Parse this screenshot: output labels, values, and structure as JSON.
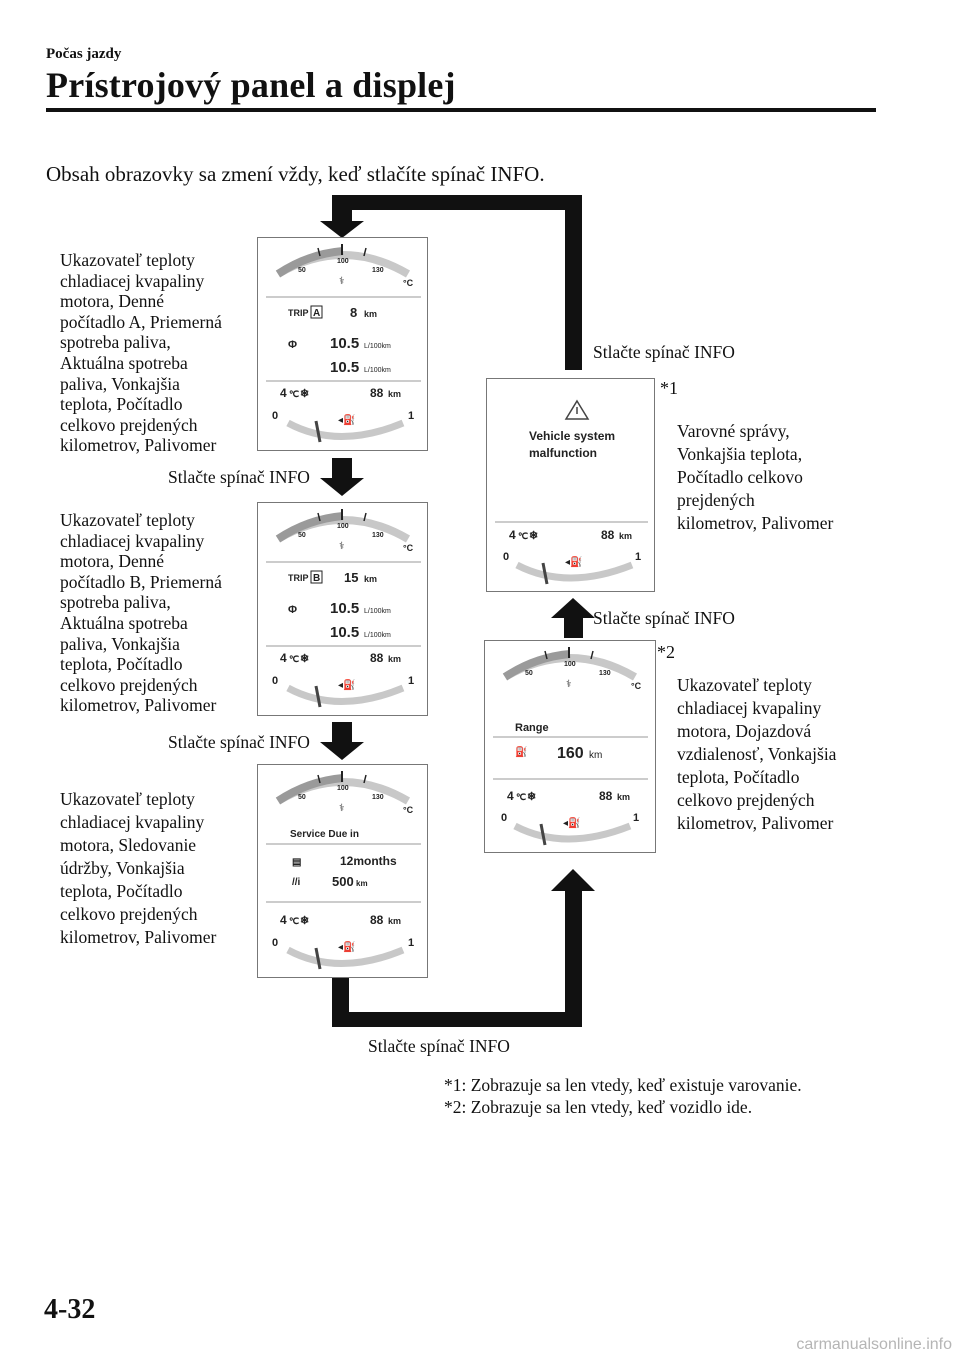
{
  "header": {
    "section": "Počas jazdy",
    "title": "Prístrojový panel a displej"
  },
  "intro": "Obsah obrazovky sa zmení vždy, keď stlačíte spínač INFO.",
  "press_label": "Stlačte spínač INFO",
  "screens": {
    "trip_a": {
      "description": [
        "Ukazovateľ teploty",
        "chladiacej kvapaliny",
        "motora, Denné",
        "počítadlo A, Priemerná",
        "spotreba paliva,",
        "Aktuálna spotreba",
        "paliva, Vonkajšia",
        "teplota, Počítadlo",
        "celkovo prejdených",
        "kilometrov, Palivomer"
      ],
      "trip_label": "TRIP",
      "trip_letter": "A",
      "trip_value": "8",
      "trip_unit": "km",
      "avg_value": "10.5",
      "cur_value": "10.5",
      "fuel_unit": "L/100km"
    },
    "trip_b": {
      "description": [
        "Ukazovateľ teploty",
        "chladiacej kvapaliny",
        "motora, Denné",
        "počítadlo B, Priemerná",
        "spotreba paliva,",
        "Aktuálna spotreba",
        "paliva, Vonkajšia",
        "teplota, Počítadlo",
        "celkovo prejdených",
        "kilometrov, Palivomer"
      ],
      "trip_label": "TRIP",
      "trip_letter": "B",
      "trip_value": "15",
      "trip_unit": "km",
      "avg_value": "10.5",
      "cur_value": "10.5",
      "fuel_unit": "L/100km"
    },
    "service": {
      "description": [
        "Ukazovateľ teploty",
        "chladiacej kvapaliny",
        "motora, Sledovanie",
        "údržby, Vonkajšia",
        "teplota, Počítadlo",
        "celkovo prejdených",
        "kilometrov, Palivomer"
      ],
      "heading": "Service Due in",
      "months": "12months",
      "distance": "500",
      "distance_unit": "km"
    },
    "warning": {
      "marker": "*1",
      "description": [
        "Varovné správy,",
        "Vonkajšia teplota,",
        "Počítadlo celkovo",
        "prejdených",
        "kilometrov, Palivomer"
      ],
      "message_line1": "Vehicle system",
      "message_line2": "malfunction"
    },
    "range": {
      "marker": "*2",
      "description": [
        "Ukazovateľ teploty",
        "chladiacej kvapaliny",
        "motora, Dojazdová",
        "vzdialenosť, Vonkajšia",
        "teplota, Počítadlo",
        "celkovo prejdených",
        "kilometrov, Palivomer"
      ],
      "heading": "Range",
      "value": "160",
      "unit": "km"
    }
  },
  "gauges": {
    "temp_low": "50",
    "temp_mid": "100",
    "temp_high": "130",
    "temp_unit": "°C",
    "outside_temp": "4",
    "outside_unit": "℃",
    "odometer": "88",
    "odometer_unit": "km",
    "fuel_empty": "0",
    "fuel_full": "1"
  },
  "footnotes": [
    "*1: Zobrazuje sa len vtedy, keď existuje varovanie.",
    "*2: Zobrazuje sa len vtedy, keď vozidlo ide."
  ],
  "page_number": "4-32",
  "watermark": "carmanualsonline.info"
}
